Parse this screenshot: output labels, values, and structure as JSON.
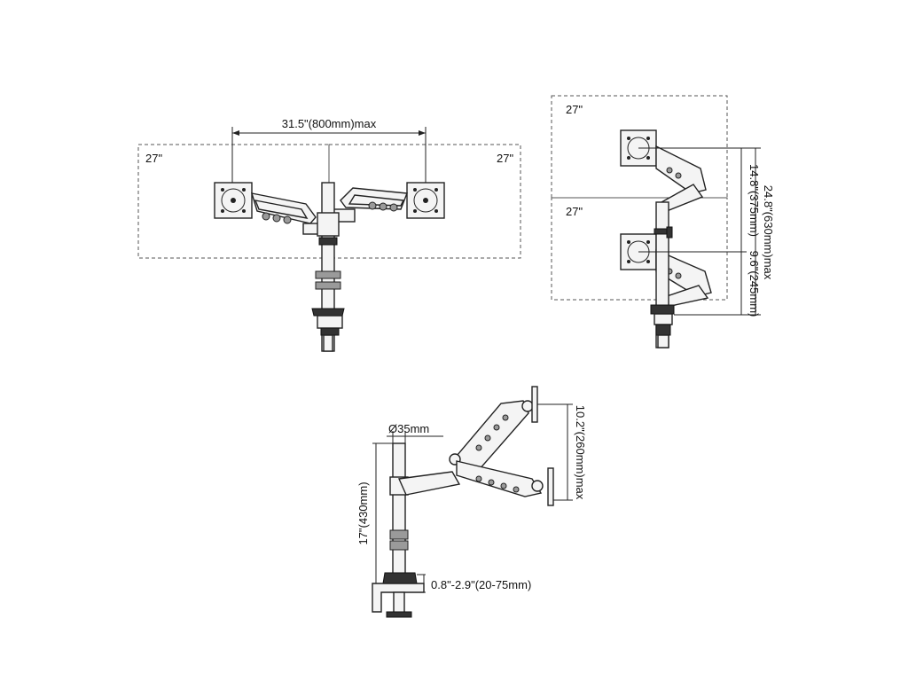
{
  "diagram": {
    "front_view": {
      "left_monitor_label": "27\"",
      "right_monitor_label": "27\"",
      "spacing_label": "31.5\"(800mm)max"
    },
    "side_stack_view": {
      "top_monitor_label": "27\"",
      "bottom_monitor_label": "27\"",
      "total_height_label": "24.8\"(630mm)max",
      "upper_travel_label": "14.8\"(375mm)",
      "lower_travel_label": "9.6\"(245mm)"
    },
    "side_profile_view": {
      "pole_diameter_label": "Ø35mm",
      "pole_height_label": "17\"(430mm)",
      "tilt_travel_label": "10.2\"(260mm)max",
      "clamp_range_label": "0.8\"-2.9\"(20-75mm)"
    }
  }
}
